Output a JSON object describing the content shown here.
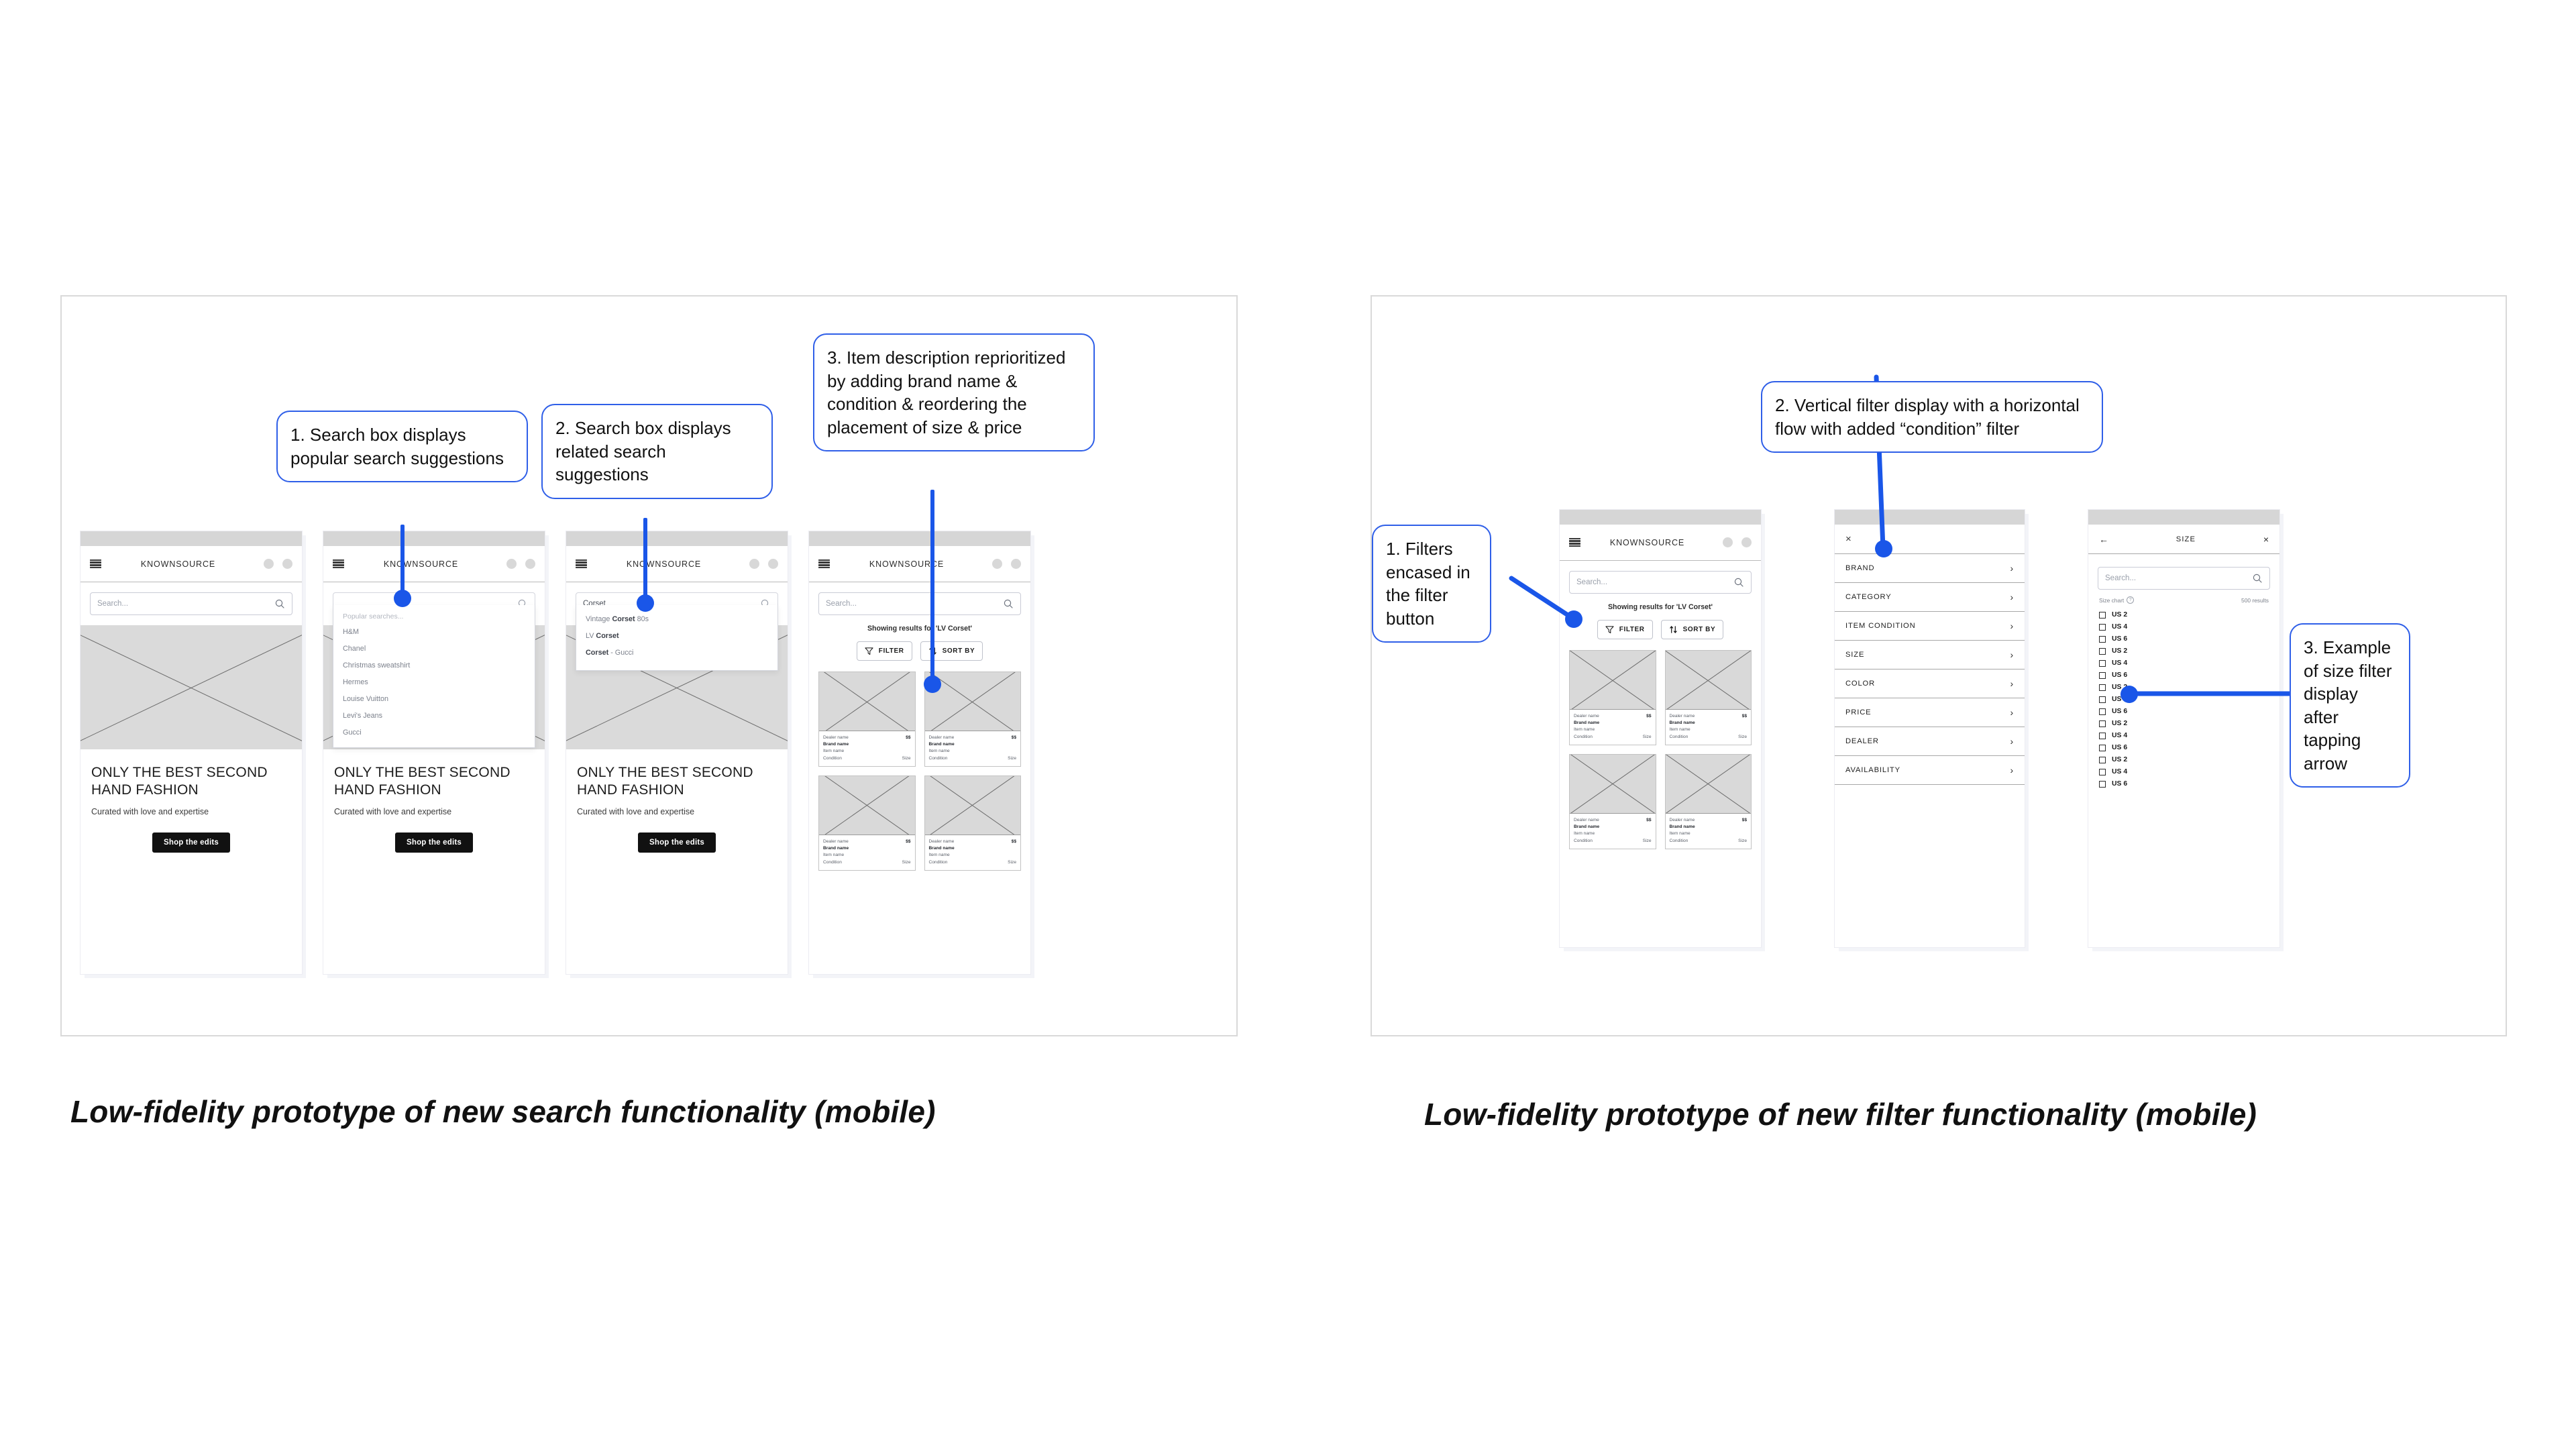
{
  "captions": {
    "search": "Low-fidelity prototype of new search functionality (mobile)",
    "filter": "Low-fidelity prototype of new filter functionality (mobile)"
  },
  "brand": "KNOWNSOURCE",
  "hero": {
    "title": "ONLY THE BEST SECOND HAND FASHION",
    "subtitle": "Curated with love and expertise",
    "cta": "Shop the edits"
  },
  "search": {
    "placeholder": "Search...",
    "query_corset": "Corset",
    "results_line": "Showing results for 'LV Corset'"
  },
  "popular_suggestions": {
    "header": "Popular searches...",
    "items": [
      "H&M",
      "Chanel",
      "Christmas sweatshirt",
      "Hermes",
      "Louise Vuitton",
      "Levi's Jeans",
      "Gucci"
    ]
  },
  "related_suggestions": [
    {
      "pre": "Vintage ",
      "bold": "Corset",
      "post": " 80s"
    },
    {
      "pre": "LV ",
      "bold": "Corset",
      "post": ""
    },
    {
      "pre": "",
      "bold": "Corset",
      "post": " - Gucci"
    }
  ],
  "chips": {
    "filter": "FILTER",
    "sort": "SORT BY"
  },
  "product_card": {
    "dealer": "Dealer name",
    "brand": "Brand name",
    "item": "Item name",
    "condition": "Condition",
    "price": "$$",
    "size": "Size"
  },
  "filter_menu": {
    "close": "×",
    "items": [
      "BRAND",
      "CATEGORY",
      "ITEM CONDITION",
      "SIZE",
      "COLOR",
      "PRICE",
      "DEALER",
      "AVAILABILITY"
    ],
    "chevron": "›"
  },
  "size_panel": {
    "back": "←",
    "title": "SIZE",
    "close": "×",
    "search_placeholder": "Search...",
    "size_chart": "Size chart",
    "results_count": "500 results",
    "options": [
      "US 2",
      "US 4",
      "US 6",
      "US 2",
      "US 4",
      "US 6",
      "US 2",
      "US 4",
      "US 6",
      "US 2",
      "US 4",
      "US 6",
      "US 2",
      "US 4",
      "US 6"
    ]
  },
  "callouts": {
    "search_1": "1. Search box displays popular search suggestions",
    "search_2": "2. Search box displays related search suggestions",
    "search_3": "3.  Item description reprioritized by adding brand name & condition & reordering the placement of size & price",
    "filter_1": "1. Filters encased in the filter button",
    "filter_2": "2. Vertical filter display with a horizontal flow with added “condition” filter",
    "filter_3": "3. Example of size filter display after tapping arrow"
  },
  "colors": {
    "accent": "#1a56e8",
    "callout_border": "#2f5fe8",
    "wire_gray": "#d9d9d9",
    "frame_border": "#d9d9d9"
  }
}
